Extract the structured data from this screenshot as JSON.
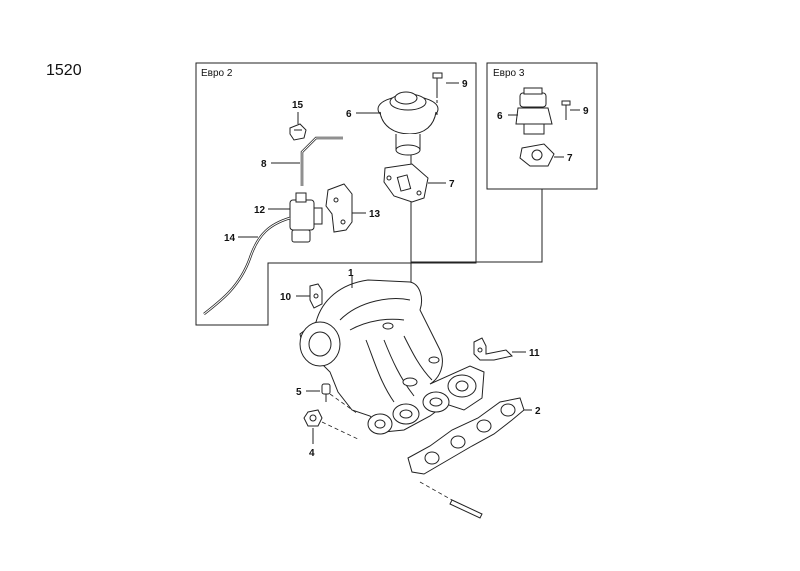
{
  "page_number": "1520",
  "boxes": {
    "euro2_title": "Евро 2",
    "euro3_title": "Евро 3"
  },
  "callouts": {
    "c1": "1",
    "c2": "2",
    "c4": "4",
    "c5": "5",
    "c6_euro2": "6",
    "c7_euro2": "7",
    "c8": "8",
    "c9_euro2": "9",
    "c10": "10",
    "c11": "11",
    "c12": "12",
    "c13": "13",
    "c14": "14",
    "c15": "15",
    "c6_euro3": "6",
    "c7_euro3": "7",
    "c9_euro3": "9"
  }
}
